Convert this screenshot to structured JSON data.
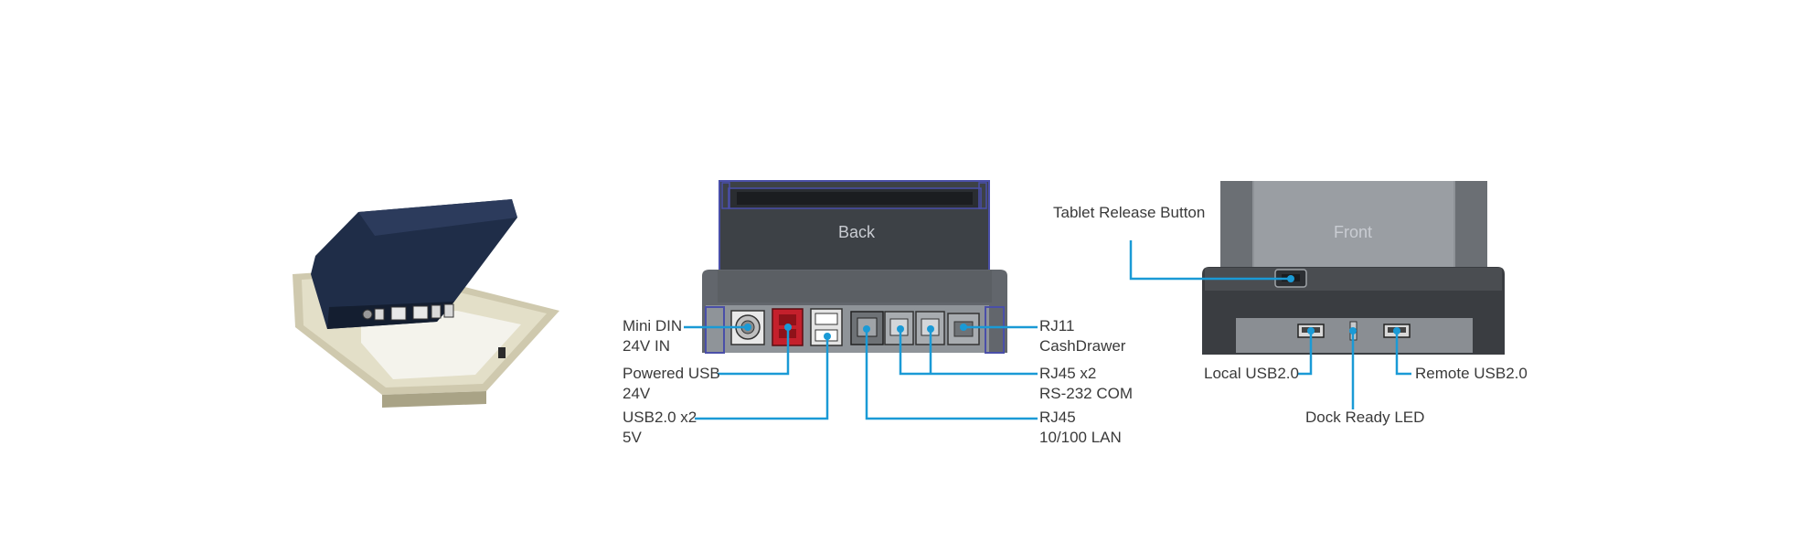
{
  "views": {
    "back": {
      "caption": "Back"
    },
    "front": {
      "caption": "Front"
    }
  },
  "back_callouts": {
    "mini_din": [
      "Mini DIN",
      "24V IN"
    ],
    "powered_usb": [
      "Powered USB",
      "24V"
    ],
    "usb_x2": [
      "USB2.0 x2",
      "5V"
    ],
    "rj11": [
      "RJ11",
      "CashDrawer"
    ],
    "rj45_x2": [
      "RJ45 x2",
      "RS-232 COM"
    ],
    "rj45_lan": [
      "RJ45",
      "10/100 LAN"
    ]
  },
  "front_callouts": {
    "release_button": "Tablet Release Button",
    "local_usb": "Local USB2.0",
    "remote_usb": "Remote USB2.0",
    "dock_led": "Dock Ready LED"
  },
  "colors": {
    "callout_line": "#1a9ad6",
    "device_dark": "#3d4146",
    "device_mid": "#62666c",
    "outline_blue": "#4a4fa8",
    "powered_usb_red": "#c4202c"
  }
}
